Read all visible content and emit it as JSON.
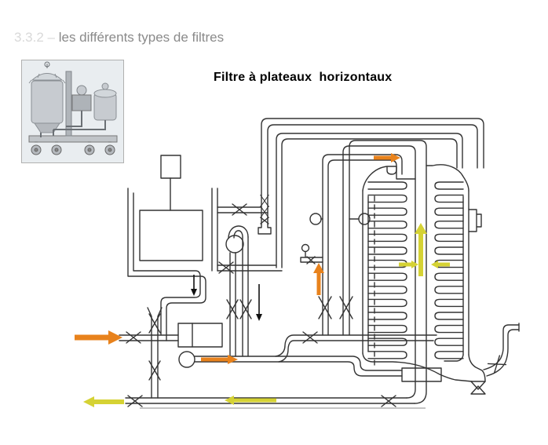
{
  "slide": {
    "section_prefix": "3.3.2 – ",
    "title": "les différents types de filtres",
    "caption": "Filtre à plateaux  horizontaux"
  },
  "colors": {
    "feed_arrow": "#e8821c",
    "filtrate_arrow": "#d5d234",
    "black_arrow": "#111111",
    "line": "#333333",
    "title_text": "#8a8a8a",
    "section_prefix_text": "#d9d9d9",
    "caption_text": "#000000",
    "photo_bg": "#e9edf0",
    "photo_steel": "#c7cbd0",
    "photo_steel_dark": "#9aa0a6"
  },
  "diagram": {
    "plates_per_side": 14,
    "arrows": [
      {
        "name": "feed-inlet-arrow",
        "color": "feed",
        "direction": "right"
      },
      {
        "name": "pump-discharge-arrow",
        "color": "feed",
        "direction": "right"
      },
      {
        "name": "feed-riser-arrow",
        "color": "feed",
        "direction": "up"
      },
      {
        "name": "vessel-inlet-arrow",
        "color": "feed",
        "direction": "right"
      },
      {
        "name": "filtrate-center-arrow",
        "color": "filtrate",
        "direction": "up"
      },
      {
        "name": "plate-flow-left-arrow",
        "color": "filtrate",
        "direction": "right"
      },
      {
        "name": "plate-flow-right-arrow",
        "color": "filtrate",
        "direction": "left"
      },
      {
        "name": "filtrate-return-arrow",
        "color": "filtrate",
        "direction": "left"
      },
      {
        "name": "filtrate-outlet-arrow",
        "color": "filtrate",
        "direction": "left"
      },
      {
        "name": "tank-drain-arrow",
        "color": "black",
        "direction": "down"
      },
      {
        "name": "recirculation-arrow",
        "color": "black",
        "direction": "down"
      }
    ]
  }
}
